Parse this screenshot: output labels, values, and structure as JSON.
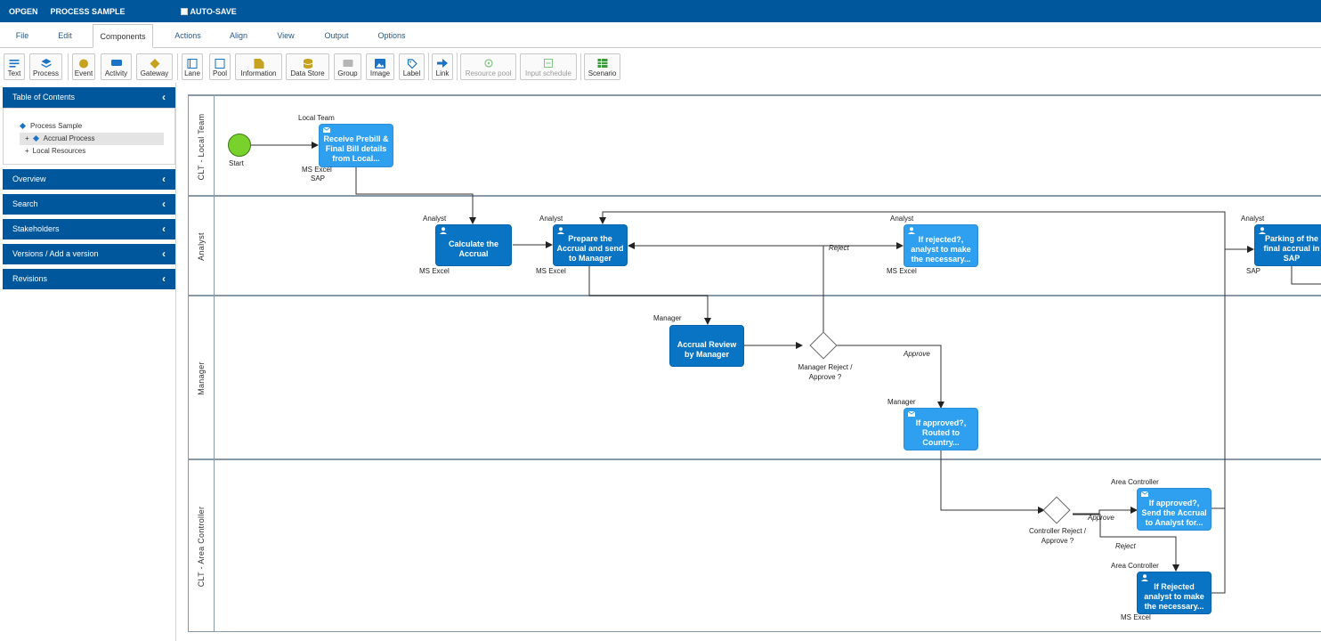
{
  "app": {
    "brand": "OPGEN",
    "process_name": "PROCESS SAMPLE",
    "autosave_label": "AUTO-SAVE"
  },
  "menu": {
    "tabs": [
      "File",
      "Edit",
      "Components",
      "Actions",
      "Align",
      "View",
      "Output",
      "Options"
    ],
    "active": "Components"
  },
  "toolbar": {
    "buttons": [
      {
        "label": "Text",
        "icon": "text-icon"
      },
      {
        "label": "Process",
        "icon": "layers-icon"
      },
      {
        "label": "Event",
        "icon": "event-circle-icon"
      },
      {
        "label": "Activity",
        "icon": "activity-rect-icon"
      },
      {
        "label": "Gateway",
        "icon": "gateway-diamond-icon"
      },
      {
        "label": "Lane",
        "icon": "lane-icon"
      },
      {
        "label": "Pool",
        "icon": "pool-icon"
      },
      {
        "label": "Information",
        "icon": "information-doc-icon"
      },
      {
        "label": "Data Store",
        "icon": "database-icon"
      },
      {
        "label": "Group",
        "icon": "group-icon"
      },
      {
        "label": "Image",
        "icon": "image-icon"
      },
      {
        "label": "Label",
        "icon": "tag-icon"
      },
      {
        "label": "Link",
        "icon": "arrow-right-icon"
      },
      {
        "label": "Resource pool",
        "icon": "resource-pool-icon",
        "disabled": true
      },
      {
        "label": "Input schedule",
        "icon": "input-schedule-icon",
        "disabled": true
      },
      {
        "label": "Scenario",
        "icon": "scenario-icon"
      }
    ]
  },
  "sidebar": {
    "toc_title": "Table of Contents",
    "toc_items": [
      {
        "label": "Process Sample",
        "prefix": ""
      },
      {
        "label": "Accrual Process",
        "prefix": "+"
      },
      {
        "label": "Local Resources",
        "prefix": "+"
      }
    ],
    "panels": [
      "Overview",
      "Search",
      "Stakeholders",
      "Versions / Add a version",
      "Revisions"
    ]
  },
  "diagram": {
    "lanes": [
      "CLT - Local Team",
      "Analyst",
      "Manager",
      "CLT - Area Controller"
    ],
    "start_label": "Start",
    "tasks": {
      "t1": {
        "text": "Receive Prebill & Final Bill details from Local...",
        "role": "Local Team",
        "resources": [
          "MS Excel",
          "SAP"
        ]
      },
      "t2": {
        "text": "Calculate the Accrual",
        "role": "Analyst",
        "resources": [
          "MS Excel"
        ]
      },
      "t3": {
        "text": "Prepare the Accrual and send to Manager",
        "role": "Analyst",
        "resources": [
          "MS Excel"
        ]
      },
      "t4": {
        "text": "If rejected?, analyst to make the necessary...",
        "role": "Analyst",
        "resources": [
          "MS Excel"
        ]
      },
      "t5": {
        "text": "Parking of the final accrual in SAP",
        "role": "Analyst",
        "resources": [
          "SAP"
        ]
      },
      "t6": {
        "text": "Accrual Review by Manager",
        "role": "Manager",
        "resources": []
      },
      "t7": {
        "text": "If approved?, Routed to Country...",
        "role": "Manager",
        "resources": []
      },
      "t8": {
        "text": "If approved?, Send the Accrual to Analyst for...",
        "role": "Area Controller",
        "resources": []
      },
      "t9": {
        "text": "If Rejected analyst to make the necessary...",
        "role": "Area Controller",
        "resources": [
          "MS Excel"
        ]
      }
    },
    "gateways": {
      "g1": "Manager Reject / Approve ?",
      "g2": "Controller Reject / Approve ?"
    },
    "flow_labels": {
      "reject1": "Reject",
      "approve1": "Approve",
      "approve2": "Approve",
      "reject2": "Reject"
    }
  }
}
